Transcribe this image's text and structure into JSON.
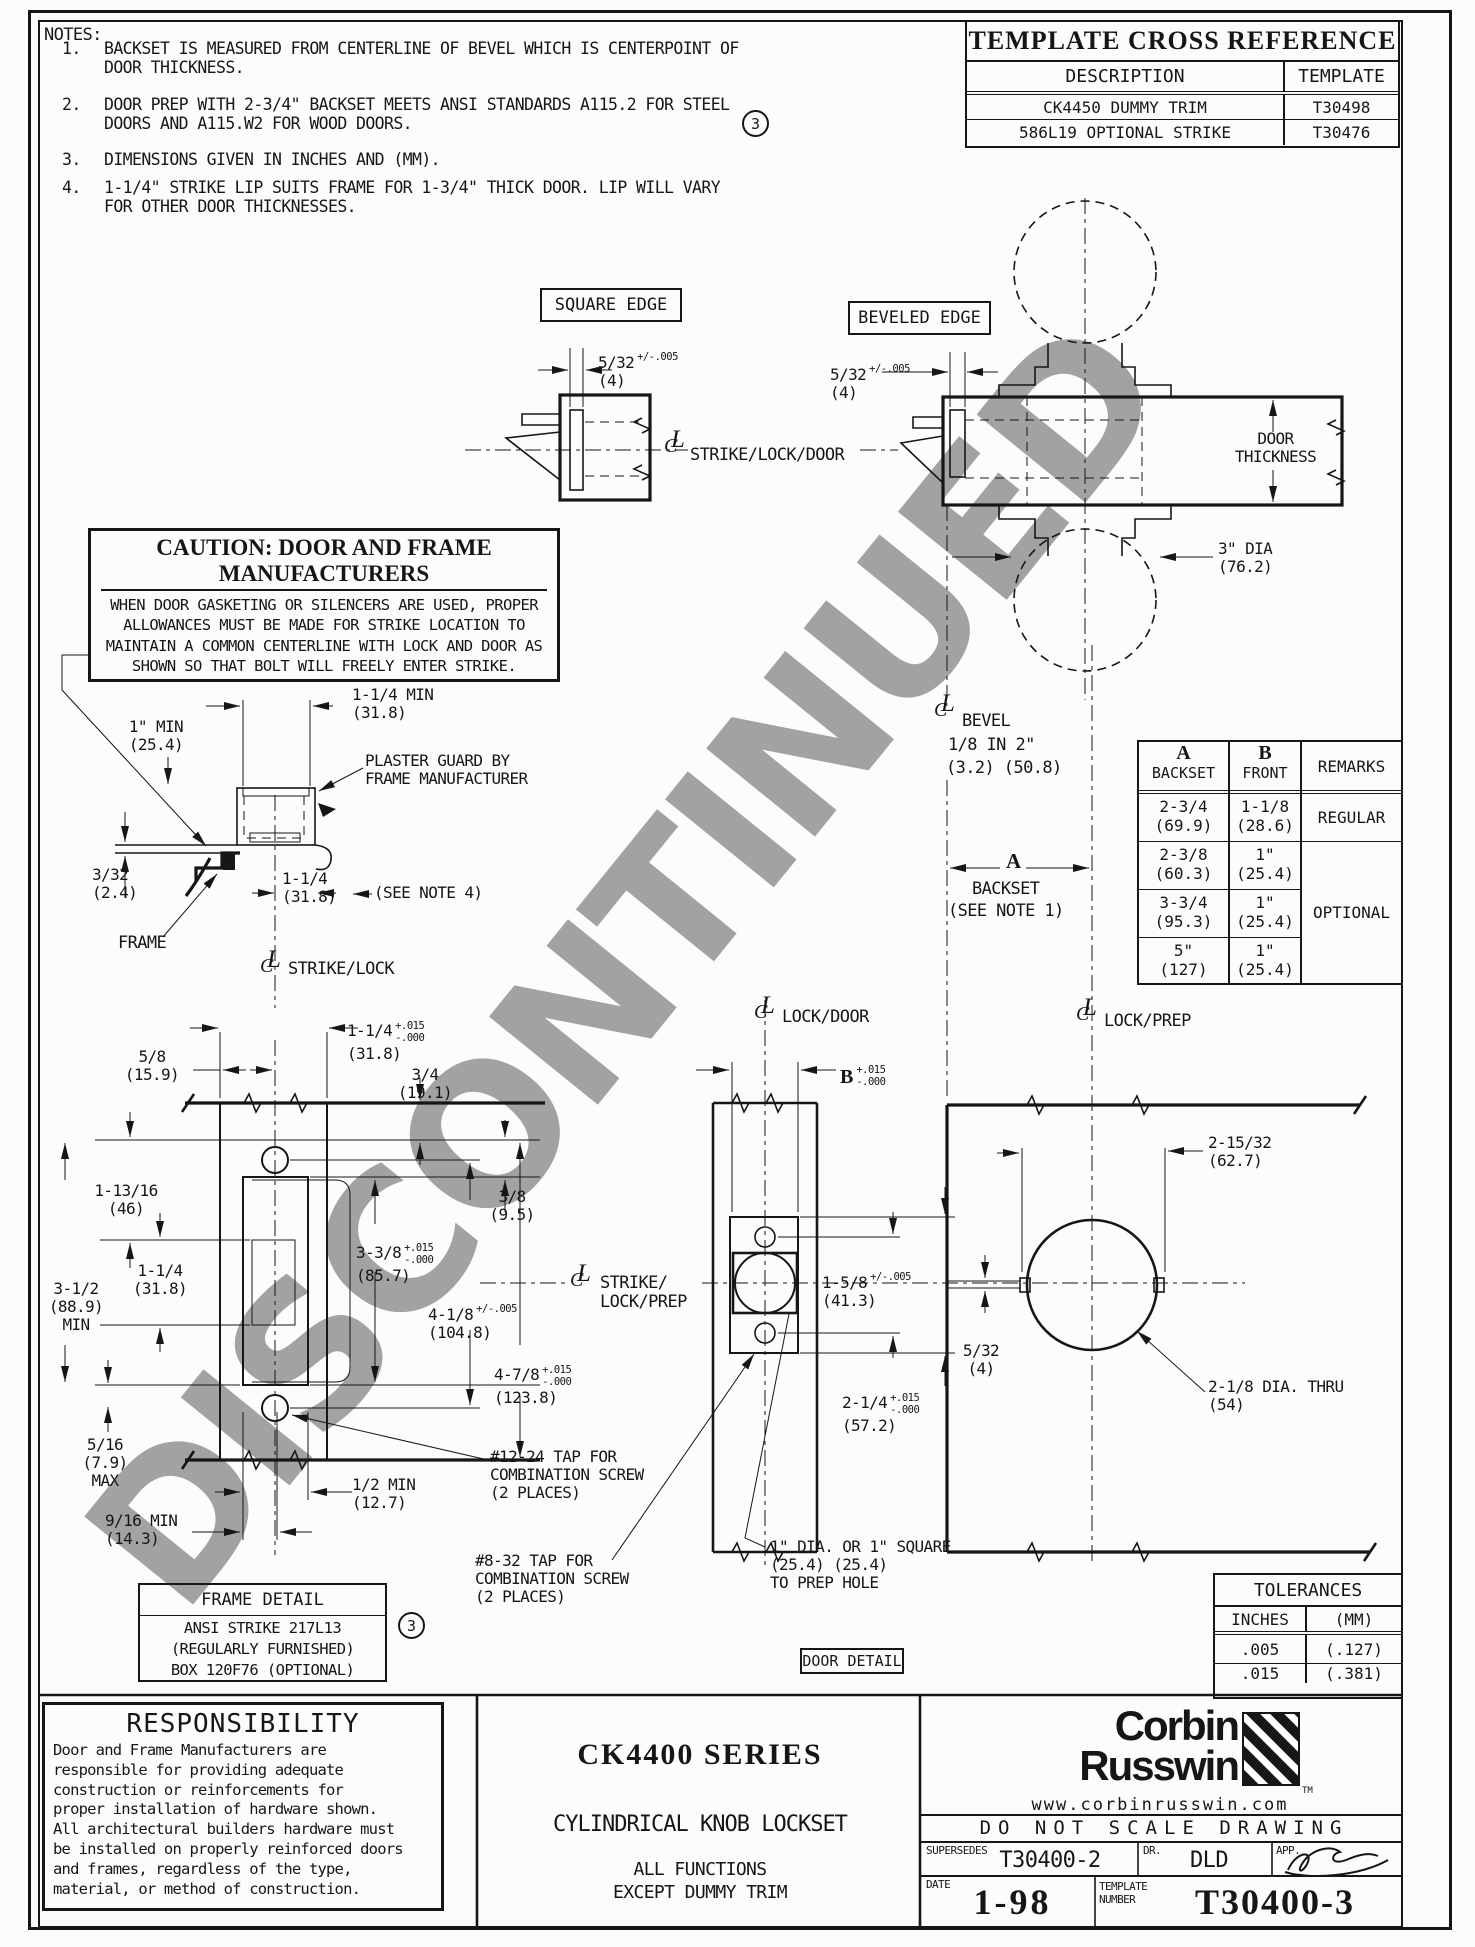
{
  "watermark": "DISCONTINUED",
  "sym": {
    "c": "C",
    "l": "L"
  },
  "markers": {
    "n3": "3"
  },
  "notes": {
    "heading": "NOTES:",
    "items": [
      {
        "n": "1.",
        "t": "BACKSET IS MEASURED FROM CENTERLINE OF BEVEL WHICH IS CENTERPOINT OF\nDOOR THICKNESS."
      },
      {
        "n": "2.",
        "t": "DOOR PREP WITH 2-3/4\" BACKSET MEETS ANSI STANDARDS A115.2 FOR STEEL\nDOORS AND A115.W2 FOR WOOD DOORS."
      },
      {
        "n": "3.",
        "t": "DIMENSIONS GIVEN IN INCHES AND (MM)."
      },
      {
        "n": "4.",
        "t": "1-1/4\" STRIKE LIP SUITS FRAME FOR 1-3/4\" THICK DOOR.  LIP WILL VARY\nFOR OTHER DOOR THICKNESSES."
      }
    ]
  },
  "cross_ref": {
    "title": "TEMPLATE CROSS REFERENCE",
    "col1": "DESCRIPTION",
    "col2": "TEMPLATE",
    "rows": [
      {
        "d": "CK4450 DUMMY TRIM",
        "t": "T30498"
      },
      {
        "d": "586L19 OPTIONAL STRIKE",
        "t": "T30476"
      }
    ]
  },
  "edge_labels": {
    "square": "SQUARE EDGE",
    "beveled": "BEVELED EDGE"
  },
  "caution": {
    "title": "CAUTION:  DOOR AND FRAME MANUFACTURERS",
    "body": "WHEN DOOR GASKETING OR SILENCERS ARE USED, PROPER\nALLOWANCES MUST BE MADE FOR STRIKE LOCATION TO\nMAINTAIN A COMMON CENTERLINE WITH LOCK AND DOOR AS\nSHOWN SO THAT BOLT WILL FREELY ENTER STRIKE."
  },
  "dims": {
    "sq": {
      "v": "5/32",
      "tol": "+/-.005",
      "mm": "(4)"
    },
    "bev": {
      "v": "5/32",
      "tol": "+/-.005",
      "mm": "(4)"
    },
    "strike_lock_door": "STRIKE/LOCK/DOOR",
    "door_thickness": "DOOR\nTHICKNESS",
    "dia3": "3\" DIA\n(76.2)",
    "bevel1": "BEVEL",
    "bevel2": "1/8 IN 2\"",
    "bevel3": "(3.2) (50.8)",
    "backset_a": "A",
    "backset_b": "BACKSET",
    "backset_note": "(SEE NOTE 1)",
    "min_1": "1\" MIN\n(25.4)",
    "min_114": "1-1/4 MIN\n(31.8)",
    "plaster": "PLASTER GUARD BY\nFRAME MANUFACTURER",
    "d332": "3/32\n(2.4)",
    "lip114": "1-1/4\n(31.8)",
    "see_note4": "(SEE NOTE 4)",
    "frame": "FRAME",
    "strike_lock": "STRIKE/LOCK",
    "d58": "5/8\n(15.9)",
    "w114": {
      "v": "1-1/4",
      "tp": "+.015",
      "tm": "-.000",
      "mm": "(31.8)"
    },
    "d34": "3/4\n(19.1)",
    "d11316": "1-13/16\n(46)",
    "d38": "3/8\n(9.5)",
    "d338": {
      "v": "3-3/8",
      "tp": "+.015",
      "tm": "-.000",
      "mm": "(85.7)"
    },
    "d114": "1-1/4\n(31.8)",
    "d312": "3-1/2\n(88.9)\nMIN",
    "d418": {
      "v": "4-1/8",
      "tol": "+/-.005",
      "mm": "(104.8)"
    },
    "d478": {
      "v": "4-7/8",
      "tp": "+.015",
      "tm": "-.000",
      "mm": "(123.8)"
    },
    "d516": "5/16\n(7.9)\nMAX",
    "d12": "1/2 MIN\n(12.7)",
    "d916": "9/16 MIN\n(14.3)",
    "tap1224": "#12-24 TAP FOR\nCOMBINATION SCREW\n(2 PLACES)",
    "lock_door": "LOCK/DOOR",
    "lock_prep": "LOCK/PREP",
    "strike_lock_prep": "STRIKE/\nLOCK/PREP",
    "dB": {
      "v": "B",
      "tp": "+.015",
      "tm": "-.000"
    },
    "d158": {
      "v": "1-5/8",
      "tol": "+/-.005",
      "mm": "(41.3)"
    },
    "d214": {
      "v": "2-1/4",
      "tp": "+.015",
      "tm": "-.000",
      "mm": "(57.2)"
    },
    "d21532": "2-15/32\n(62.7)",
    "d532": "5/32\n(4)",
    "d218": "2-1/8 DIA. THRU\n(54)",
    "tap832": "#8-32 TAP FOR\nCOMBINATION SCREW\n(2 PLACES)",
    "prep": "1\" DIA. OR 1\" SQUARE\n(25.4)  (25.4)\nTO PREP HOLE"
  },
  "backset_table": {
    "h_a1": "A",
    "h_a2": "BACKSET",
    "h_b1": "B",
    "h_b2": "FRONT",
    "h_r": "REMARKS",
    "rows": [
      {
        "a": "2-3/4\n(69.9)",
        "b": "1-1/8\n(28.6)"
      },
      {
        "a": "2-3/8\n(60.3)",
        "b": "1\"\n(25.4)"
      },
      {
        "a": "3-3/4\n(95.3)",
        "b": "1\"\n(25.4)"
      },
      {
        "a": "5\"\n(127)",
        "b": "1\"\n(25.4)"
      }
    ],
    "remark1": "REGULAR",
    "remark2": "OPTIONAL"
  },
  "frame_detail_box": {
    "title": "FRAME DETAIL",
    "body": "ANSI STRIKE 217L13\n(REGULARLY FURNISHED)\nBOX 120F76 (OPTIONAL)"
  },
  "door_detail_box": "DOOR DETAIL",
  "tolerances": {
    "title": "TOLERANCES",
    "col1": "INCHES",
    "col2": "(MM)",
    "rows": [
      {
        "in": ".005",
        "mm": "(.127)"
      },
      {
        "in": ".015",
        "mm": "(.381)"
      }
    ]
  },
  "responsibility": {
    "title": "RESPONSIBILITY",
    "body": "Door and Frame Manufacturers are\nresponsible for providing adequate\nconstruction or reinforcements for\nproper installation of hardware shown.\nAll architectural builders hardware must\nbe installed on properly reinforced doors\nand frames, regardless of the type,\nmaterial, or method of construction."
  },
  "title_block": {
    "series": "CK4400 SERIES",
    "product": "CYLINDRICAL KNOB LOCKSET",
    "functions": "ALL FUNCTIONS\nEXCEPT DUMMY TRIM",
    "brand1": "Corbin",
    "brand2": "Russwin",
    "tm": "TM",
    "website": "www.corbinrusswin.com",
    "do_not_scale": "DO NOT SCALE DRAWING",
    "supersedes_label": "SUPERSEDES",
    "supersedes": "T30400-2",
    "dr_label": "DR.",
    "dr": "DLD",
    "app_label": "APP.",
    "date_label": "DATE",
    "date": "1-98",
    "template_label": "TEMPLATE\nNUMBER",
    "template_number": "T30400-3"
  }
}
